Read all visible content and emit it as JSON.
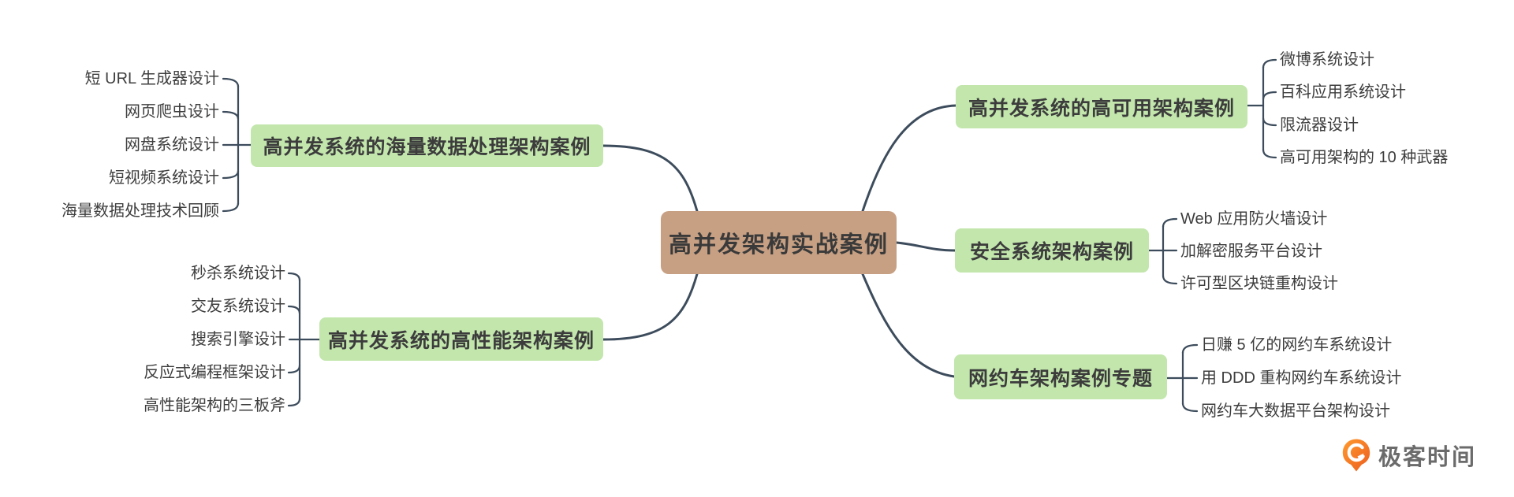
{
  "title": "高并发架构实战案例",
  "root": {
    "label": "高并发架构实战案例"
  },
  "branches": [
    {
      "label": "高并发系统的海量数据处理架构案例",
      "leaves": [
        "短 URL 生成器设计",
        "网页爬虫设计",
        "网盘系统设计",
        "短视频系统设计",
        "海量数据处理技术回顾"
      ]
    },
    {
      "label": "高并发系统的高性能架构案例",
      "leaves": [
        "秒杀系统设计",
        "交友系统设计",
        "搜索引擎设计",
        "反应式编程框架设计",
        "高性能架构的三板斧"
      ]
    },
    {
      "label": "高并发系统的高可用架构案例",
      "leaves": [
        "微博系统设计",
        "百科应用系统设计",
        "限流器设计",
        "高可用架构的 10 种武器"
      ]
    },
    {
      "label": "安全系统架构案例",
      "leaves": [
        "Web 应用防火墙设计",
        "加解密服务平台设计",
        "许可型区块链重构设计"
      ]
    },
    {
      "label": "网约车架构案例专题",
      "leaves": [
        "日赚 5 亿的网约车系统设计",
        "用 DDD 重构网约车系统设计",
        "网约车大数据平台架构设计"
      ]
    }
  ],
  "logo": {
    "text": "极客时间"
  },
  "colors": {
    "branch_bg": "#c2e6ac",
    "root_bg": "#c7a084",
    "line": "#3d4c5c",
    "text": "#3c3c3c",
    "logo_orange": "#f4731d",
    "logo_orange_dark": "#ec5c1e",
    "logo_text": "#6b6b6b"
  }
}
